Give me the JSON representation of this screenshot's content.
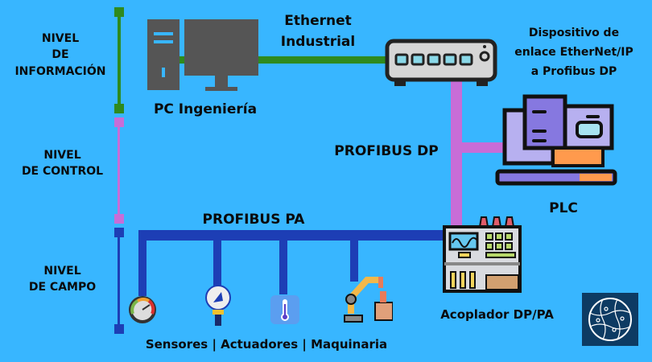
{
  "levels": {
    "info": [
      "NIVEL",
      "DE",
      "INFORMACIÓN"
    ],
    "control": [
      "NIVEL",
      "DE CONTROL"
    ],
    "field": [
      "NIVEL",
      "DE CAMPO"
    ]
  },
  "labels": {
    "ethernet": [
      "Ethernet",
      "Industrial"
    ],
    "pc": "PC Ingeniería",
    "gateway": [
      "Dispositivo de",
      "enlace EtherNet/IP",
      "a Profibus DP"
    ],
    "profibus_dp": "PROFIBUS DP",
    "plc": "PLC",
    "profibus_pa": "PROFIBUS PA",
    "coupler": "Acoplador DP/PA",
    "field_devices": "Sensores | Actuadores | Maquinaria"
  },
  "colors": {
    "background": "#38b6ff",
    "ethernet": "#2f8a1e",
    "profibus_dp": "#c86dd7",
    "profibus_pa": "#1d3eb5"
  }
}
